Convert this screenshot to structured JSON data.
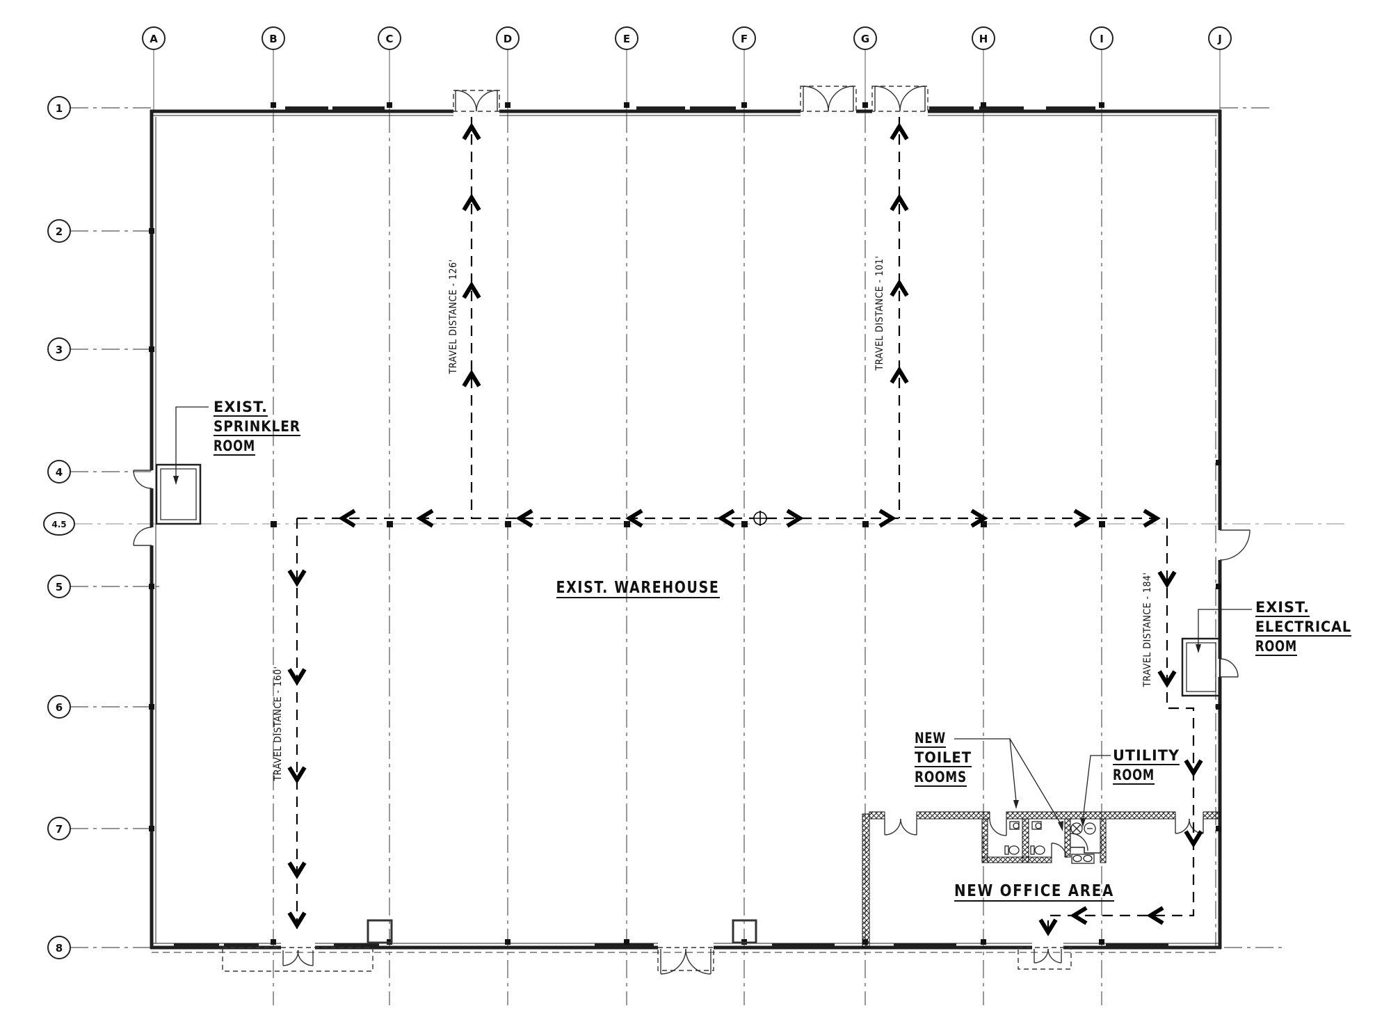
{
  "drawing": {
    "type": "floor-plan-egress-diagram",
    "building": "single-story warehouse with new office area",
    "colors": {
      "background": "#ffffff",
      "line": "#1f1f1f",
      "grid": "#555555"
    }
  },
  "grid": {
    "columns": [
      "A",
      "B",
      "C",
      "D",
      "E",
      "F",
      "G",
      "H",
      "I",
      "J"
    ],
    "rows": [
      "1",
      "2",
      "3",
      "4",
      "4.5",
      "5",
      "6",
      "7",
      "8"
    ]
  },
  "labels": {
    "warehouse": "EXIST. WAREHOUSE",
    "office": "NEW OFFICE AREA",
    "sprinkler": [
      "EXIST.",
      "SPRINKLER",
      "ROOM"
    ],
    "electrical": [
      "EXIST.",
      "ELECTRICAL",
      "ROOM"
    ],
    "toilet": [
      "NEW",
      "TOILET",
      "ROOMS"
    ],
    "utility": [
      "UTILITY",
      "ROOM"
    ],
    "travel": [
      "TRAVEL DISTANCE - 126'",
      "TRAVEL DISTANCE - 101'",
      "TRAVEL DISTANCE - 160'",
      "TRAVEL DISTANCE - 184'"
    ]
  },
  "egress_paths": [
    {
      "name": "north path at column D",
      "label": "TRAVEL DISTANCE - 126'",
      "distance_ft": 126,
      "direction": "up to north exit doors"
    },
    {
      "name": "north path at column G",
      "label": "TRAVEL DISTANCE - 101'",
      "distance_ft": 101,
      "direction": "up to north exit doors"
    },
    {
      "name": "south path near column B",
      "label": "TRAVEL DISTANCE - 160'",
      "distance_ft": 160,
      "direction": "down to south-west exit door"
    },
    {
      "name": "east path through office",
      "label": "TRAVEL DISTANCE - 184'",
      "distance_ft": 184,
      "direction": "down through new office area to south-east exit door"
    }
  ],
  "rooms": [
    {
      "name": "existing warehouse"
    },
    {
      "name": "existing sprinkler room",
      "location": "west wall between grid 4 and 4.5"
    },
    {
      "name": "existing electrical room",
      "location": "east wall between grid 5 and 6"
    },
    {
      "name": "new office area",
      "location": "south-east corner"
    },
    {
      "name": "new toilet rooms",
      "location": "inside new office area"
    },
    {
      "name": "utility room",
      "location": "inside new office area"
    }
  ]
}
